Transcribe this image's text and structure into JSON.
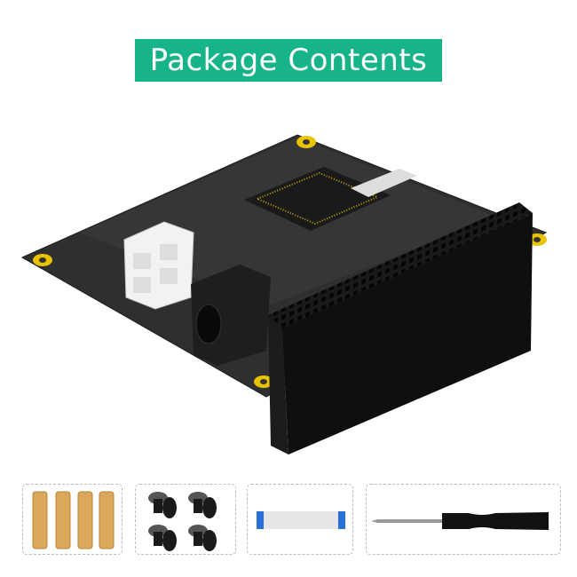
{
  "title": "Package Contents",
  "colors": {
    "banner": "#17b389",
    "board": "#2b2b2b",
    "header": "#111111",
    "gold": "#e8c400",
    "cable_tab": "#2a6fd6"
  },
  "main_product": {
    "icon": "pcb-adapter-board"
  },
  "accessories": [
    {
      "icon": "brass-standoff",
      "quantity": 4
    },
    {
      "icon": "screw",
      "quantity": 4
    },
    {
      "icon": "ffc-ribbon-cable",
      "quantity": 1
    },
    {
      "icon": "screwdriver",
      "quantity": 1
    }
  ]
}
